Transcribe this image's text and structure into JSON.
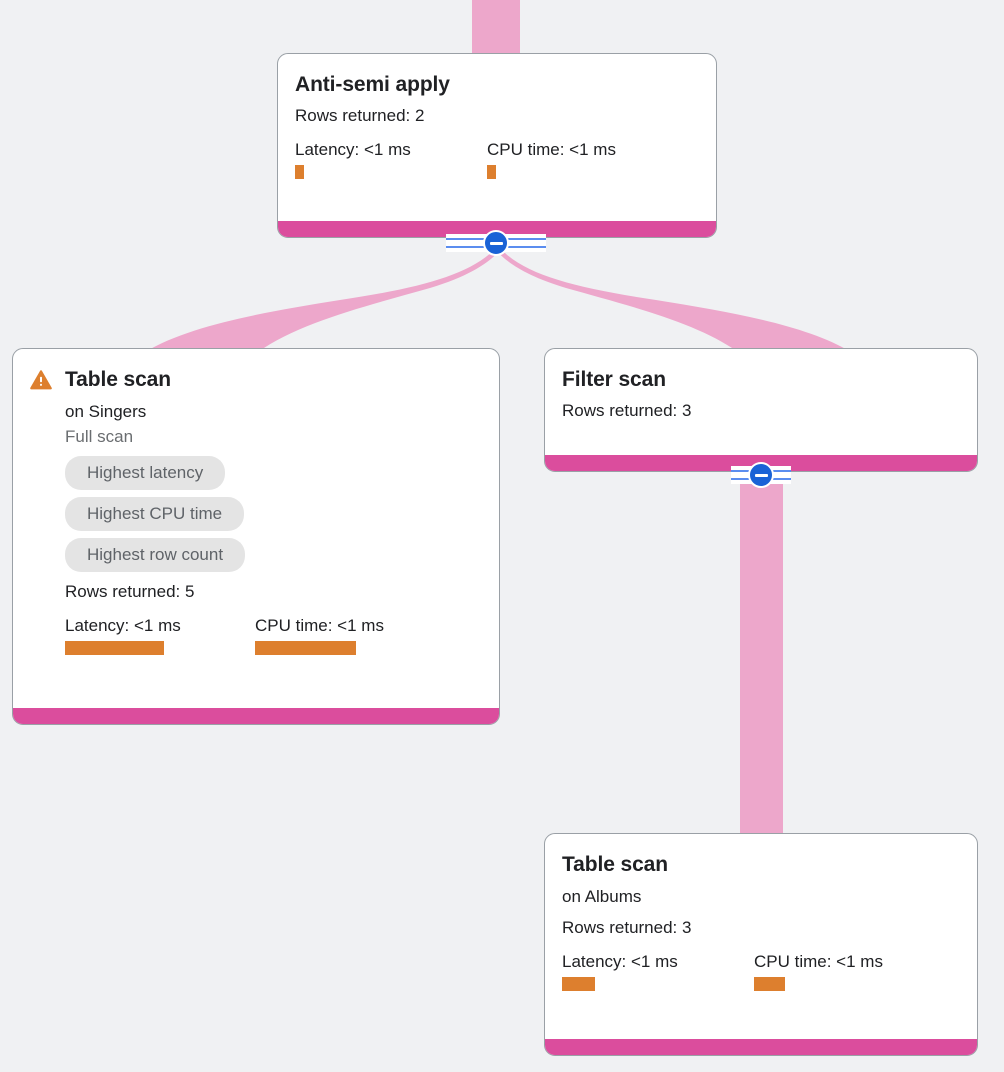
{
  "theme": {
    "page_background": "#f0f1f3",
    "card_background": "#ffffff",
    "card_border": "#9aa0a6",
    "footer_bar": "#db4d9d",
    "edge_ribbon": "#eda7cb",
    "metric_bar": "#dd7f2e",
    "chip_background": "#e4e4e4",
    "chip_text": "#5f6368",
    "badge_blue": "#1a62d6",
    "badge_rail": "#5b8def",
    "warning_orange": "#dd7f2e"
  },
  "labels": {
    "rows_returned_prefix": "Rows returned:",
    "latency_prefix": "Latency:",
    "cpu_prefix": "CPU time:"
  },
  "nodes": {
    "anti_semi_apply": {
      "title": "Anti-semi apply",
      "rows_returned": "Rows returned: 2",
      "latency": "Latency: <1 ms",
      "cpu_time": "CPU time: <1 ms",
      "latency_bar_width": 9,
      "cpu_bar_width": 9
    },
    "table_scan_singers": {
      "title": "Table scan",
      "target": "on Singers",
      "scan_type": "Full scan",
      "warning_icon": "warning-triangle-icon",
      "chips": [
        "Highest latency",
        "Highest CPU time",
        "Highest row count"
      ],
      "rows_returned": "Rows returned: 5",
      "latency": "Latency: <1 ms",
      "cpu_time": "CPU time: <1 ms",
      "latency_bar_width": 99,
      "cpu_bar_width": 101
    },
    "filter_scan": {
      "title": "Filter scan",
      "rows_returned": "Rows returned: 3"
    },
    "table_scan_albums": {
      "title": "Table scan",
      "target": "on Albums",
      "rows_returned": "Rows returned: 3",
      "latency": "Latency: <1 ms",
      "cpu_time": "CPU time: <1 ms",
      "latency_bar_width": 33,
      "cpu_bar_width": 31
    }
  },
  "connectors": {
    "anti_semi_collapse": {
      "icon": "collapse-minus-icon",
      "state": "expanded"
    },
    "filter_scan_collapse": {
      "icon": "collapse-minus-icon",
      "state": "expanded"
    }
  },
  "edges": [
    {
      "from": "parent-offscreen",
      "to": "anti_semi_apply"
    },
    {
      "from": "anti_semi_apply",
      "to": "table_scan_singers"
    },
    {
      "from": "anti_semi_apply",
      "to": "filter_scan"
    },
    {
      "from": "filter_scan",
      "to": "table_scan_albums"
    }
  ]
}
